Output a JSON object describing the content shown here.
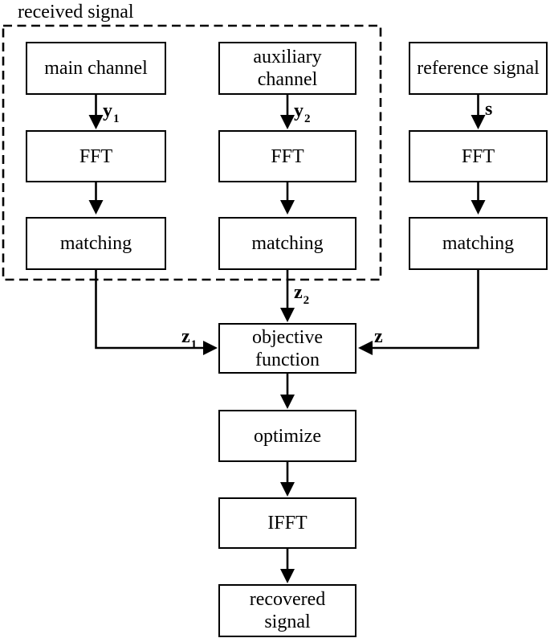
{
  "diagram": {
    "group_label": "received signal",
    "nodes": {
      "main_channel": {
        "lines": [
          "main channel"
        ]
      },
      "auxiliary_channel": {
        "lines": [
          "auxiliary",
          "channel"
        ]
      },
      "reference_signal": {
        "lines": [
          "reference signal"
        ]
      },
      "fft_main": {
        "lines": [
          "FFT"
        ]
      },
      "fft_aux": {
        "lines": [
          "FFT"
        ]
      },
      "fft_ref": {
        "lines": [
          "FFT"
        ]
      },
      "matching_main": {
        "lines": [
          "matching"
        ]
      },
      "matching_aux": {
        "lines": [
          "matching"
        ]
      },
      "matching_ref": {
        "lines": [
          "matching"
        ]
      },
      "objective_function": {
        "lines": [
          "objective",
          "function"
        ]
      },
      "optimize": {
        "lines": [
          "optimize"
        ]
      },
      "ifft": {
        "lines": [
          "IFFT"
        ]
      },
      "recovered_signal": {
        "lines": [
          "recovered",
          "signal"
        ]
      }
    },
    "edge_labels": {
      "y1": {
        "base": "y",
        "sub": "1"
      },
      "y2": {
        "base": "y",
        "sub": "2"
      },
      "s": {
        "base": "s",
        "sub": ""
      },
      "z1": {
        "base": "z",
        "sub": "1"
      },
      "z2": {
        "base": "z",
        "sub": "2"
      },
      "z": {
        "base": "z",
        "sub": ""
      }
    },
    "edges": [
      {
        "from": "main_channel",
        "to": "fft_main",
        "label": "y1"
      },
      {
        "from": "auxiliary_channel",
        "to": "fft_aux",
        "label": "y2"
      },
      {
        "from": "reference_signal",
        "to": "fft_ref",
        "label": "s"
      },
      {
        "from": "fft_main",
        "to": "matching_main",
        "label": ""
      },
      {
        "from": "fft_aux",
        "to": "matching_aux",
        "label": ""
      },
      {
        "from": "fft_ref",
        "to": "matching_ref",
        "label": ""
      },
      {
        "from": "matching_main",
        "to": "objective_function",
        "label": "z1"
      },
      {
        "from": "matching_aux",
        "to": "objective_function",
        "label": "z2"
      },
      {
        "from": "matching_ref",
        "to": "objective_function",
        "label": "z"
      },
      {
        "from": "objective_function",
        "to": "optimize",
        "label": ""
      },
      {
        "from": "optimize",
        "to": "ifft",
        "label": ""
      },
      {
        "from": "ifft",
        "to": "recovered_signal",
        "label": ""
      }
    ],
    "colors": {
      "line": "#000000",
      "background": "#ffffff"
    }
  }
}
